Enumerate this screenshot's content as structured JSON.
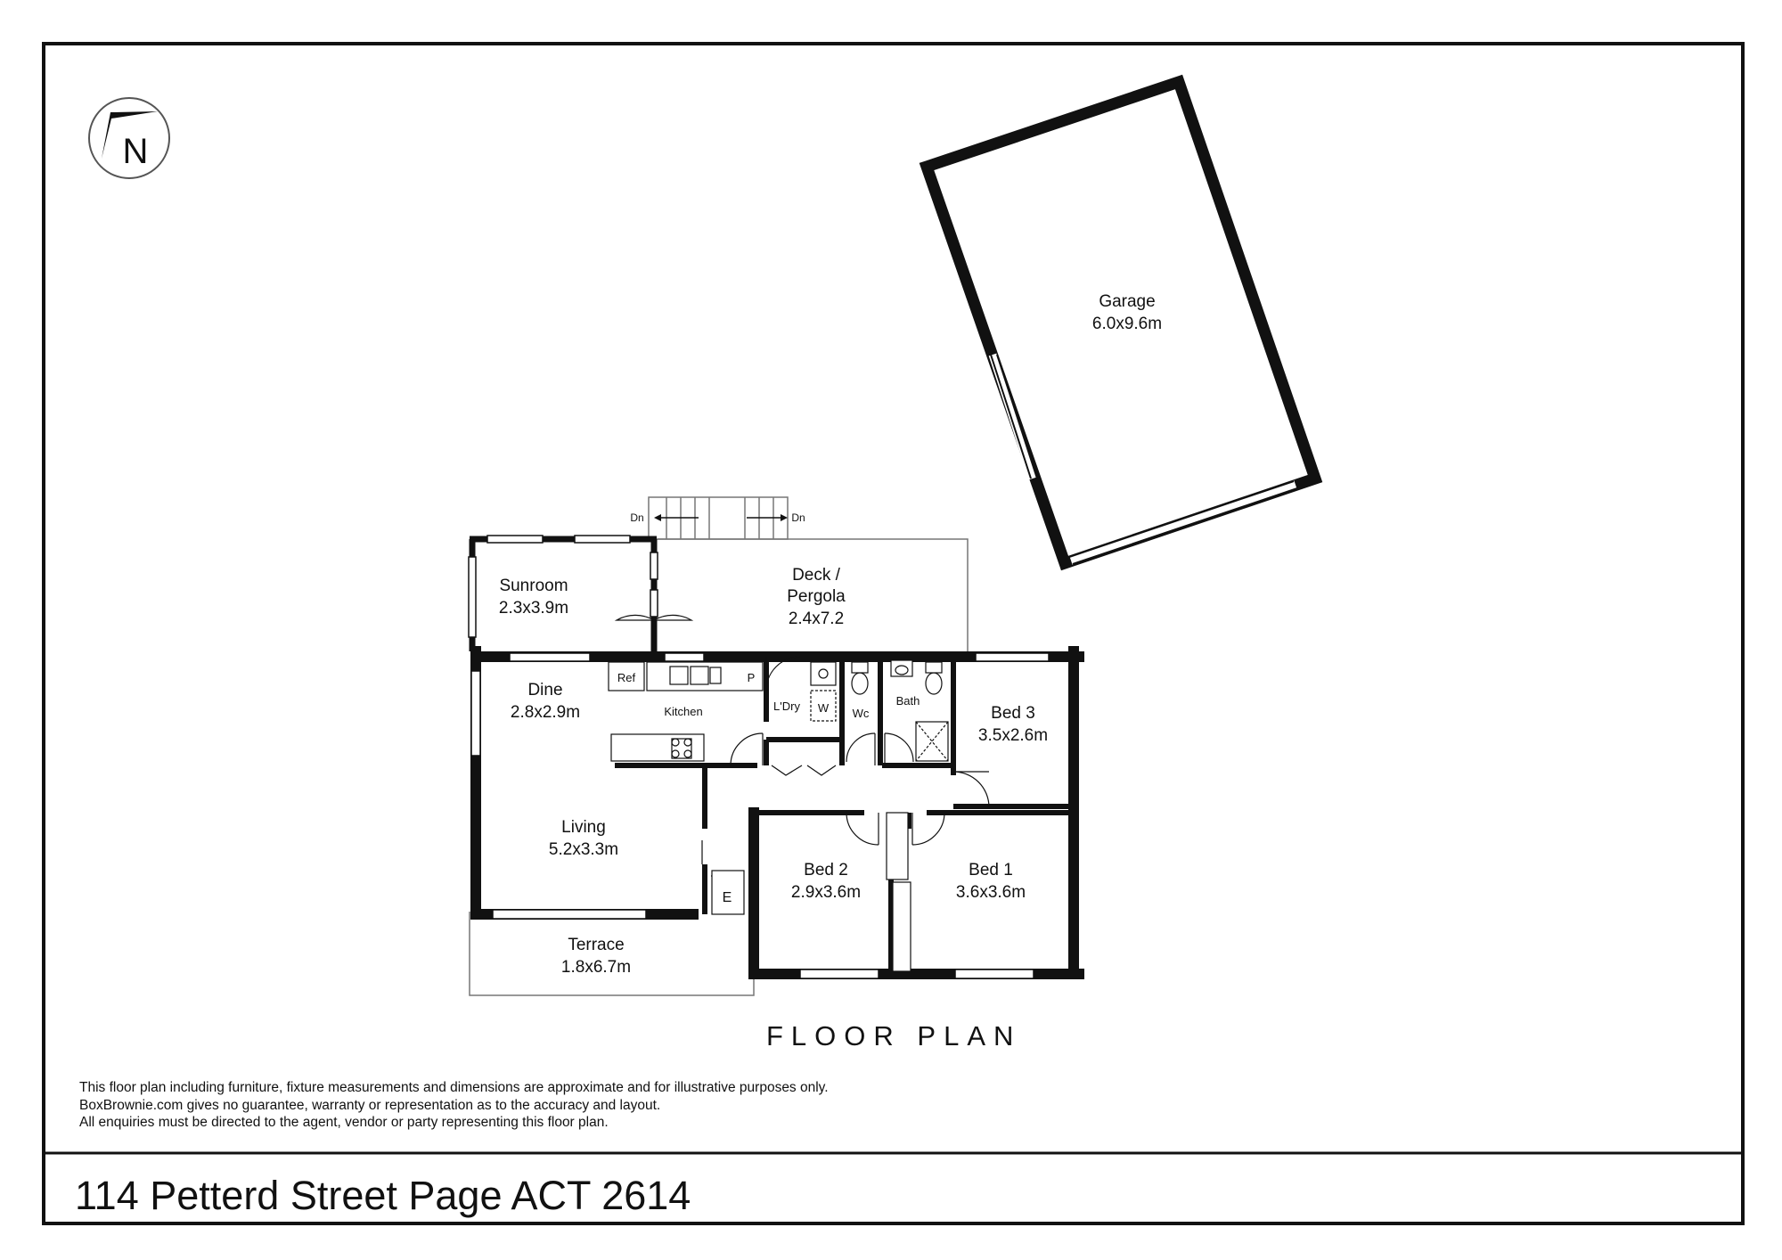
{
  "compass": {
    "letter": "N",
    "icon": "north-arrow-icon"
  },
  "rooms": {
    "garage": {
      "name": "Garage",
      "size": "6.0x9.6m"
    },
    "deck": {
      "name_line1": "Deck /",
      "name_line2": "Pergola",
      "size": "2.4x7.2"
    },
    "sunroom": {
      "name": "Sunroom",
      "size": "2.3x3.9m"
    },
    "dine": {
      "name": "Dine",
      "size": "2.8x2.9m"
    },
    "kitchen": {
      "name": "Kitchen"
    },
    "laundry": {
      "name": "L'Dry"
    },
    "wc": {
      "name": "Wc"
    },
    "bath": {
      "name": "Bath"
    },
    "bed3": {
      "name": "Bed 3",
      "size": "3.5x2.6m"
    },
    "living": {
      "name": "Living",
      "size": "5.2x3.3m"
    },
    "bed2": {
      "name": "Bed 2",
      "size": "2.9x3.6m"
    },
    "bed1": {
      "name": "Bed 1",
      "size": "3.6x3.6m"
    },
    "terrace": {
      "name": "Terrace",
      "size": "1.8x6.7m"
    }
  },
  "fixtures": {
    "fridge": "Ref",
    "pantry": "P",
    "washer": "W",
    "entry": "E",
    "stairs_left": "Dn",
    "stairs_right": "Dn"
  },
  "plan_title": "FLOOR PLAN",
  "disclaimer": [
    "This floor plan including furniture, fixture measurements and dimensions are approximate and for illustrative purposes only.",
    "BoxBrownie.com gives no guarantee, warranty or representation as to the accuracy and layout.",
    "All enquiries must be directed to the agent, vendor or party representing this floor plan."
  ],
  "address": "114 Petterd Street Page ACT 2614"
}
